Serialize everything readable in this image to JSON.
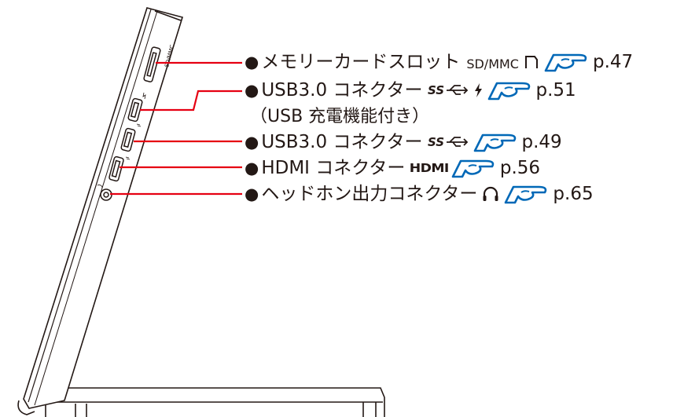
{
  "callouts": [
    {
      "id": "sd",
      "bullet": "●",
      "label": "メモリーカードスロット",
      "sub": "SD/MMC",
      "ref": "p.47"
    },
    {
      "id": "usb1",
      "bullet": "●",
      "label": "USB3.0 コネクター",
      "ref": "p.51",
      "note": "（USB 充電機能付き）"
    },
    {
      "id": "usb2",
      "bullet": "●",
      "label": "USB3.0 コネクター",
      "ref": "p.49"
    },
    {
      "id": "hdmi",
      "bullet": "●",
      "label": "HDMI コネクター",
      "logo": "HDMI",
      "ref": "p.56"
    },
    {
      "id": "phone",
      "bullet": "●",
      "label": "ヘッドホン出力コネクター",
      "ref": "p.65"
    }
  ],
  "icons": {
    "sd": "sd-card-icon",
    "usb": "usb-superspeed-icon",
    "charge": "lightning-icon",
    "headphone": "headphone-icon",
    "ref": "pointing-hand-icon"
  },
  "colors": {
    "leader": "#e60012",
    "ref_icon": "#0068b7",
    "ink": "#231815"
  }
}
